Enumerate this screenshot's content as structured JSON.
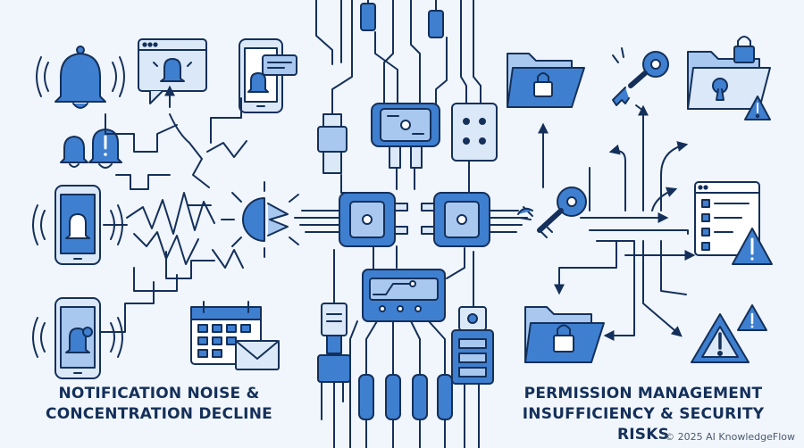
{
  "captions": {
    "left_line1": "NOTIFICATION NOISE &",
    "left_line2": "CONCENTRATION DECLINE",
    "right_line1": "PERMISSION MANAGEMENT",
    "right_line2": "INSUFFICIENCY & SECURITY RISKS"
  },
  "copyright": "© 2025 AI KnowledgeFlow",
  "colors": {
    "background": "#f1f6fc",
    "stroke": "#14305a",
    "blue": "#3f7fd0",
    "light_blue": "#a8c8ef",
    "pale_blue": "#dbe8f8"
  },
  "icons": {
    "left": [
      "bell-icon",
      "browser-alert-icon",
      "phone-notification-icon",
      "double-bell-icon",
      "phone-bell-icon",
      "phone-bell-icon",
      "calendar-icon",
      "envelope-icon",
      "lightning-scribble-icon",
      "broken-target-icon"
    ],
    "center": [
      "cable-plug-icon",
      "power-plug-icon",
      "connector-socket-icon",
      "adapter-plug-icon",
      "usb-plug-icon",
      "circuit-board-icon"
    ],
    "right": [
      "locked-folder-icon",
      "broken-key-icon",
      "locked-folder-warning-icon",
      "key-icon",
      "checklist-warning-icon",
      "locked-folder-icon",
      "warning-triangle-icon"
    ]
  }
}
